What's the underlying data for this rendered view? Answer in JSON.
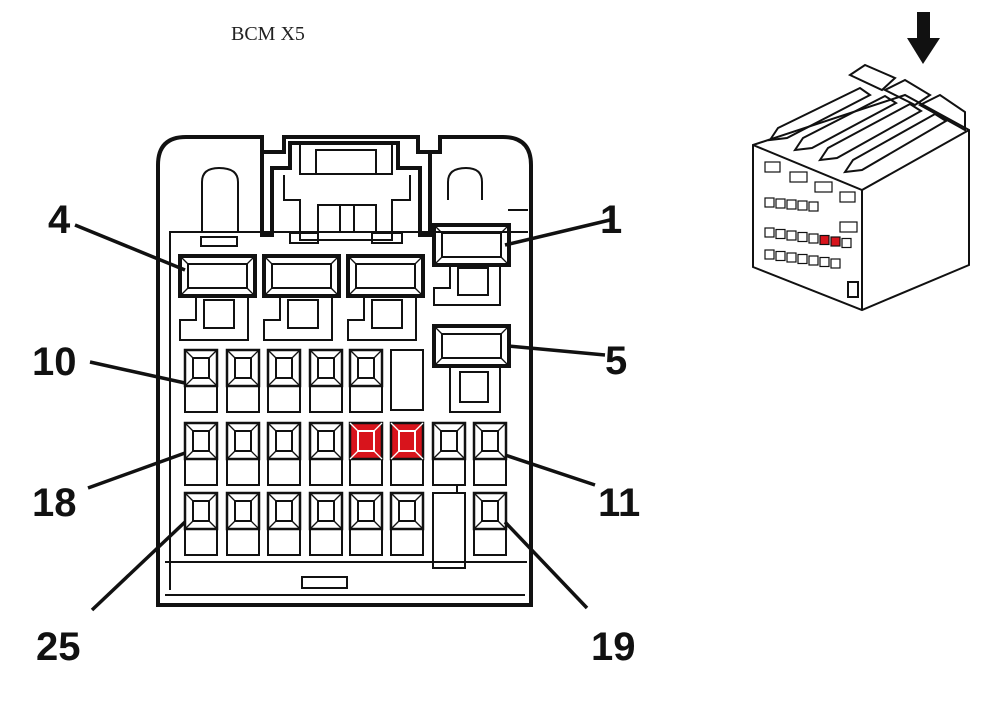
{
  "title": "BCM  X5",
  "colors": {
    "line": "#111111",
    "highlight": "#d8141c",
    "background": "#ffffff"
  },
  "pin_labels": {
    "p1": "1",
    "p4": "4",
    "p5": "5",
    "p10": "10",
    "p11": "11",
    "p18": "18",
    "p19": "19",
    "p25": "25"
  },
  "highlighted_pins": [
    "row2-col5",
    "row2-col6"
  ],
  "icons": {
    "insertion_direction": "arrow-down-icon"
  }
}
